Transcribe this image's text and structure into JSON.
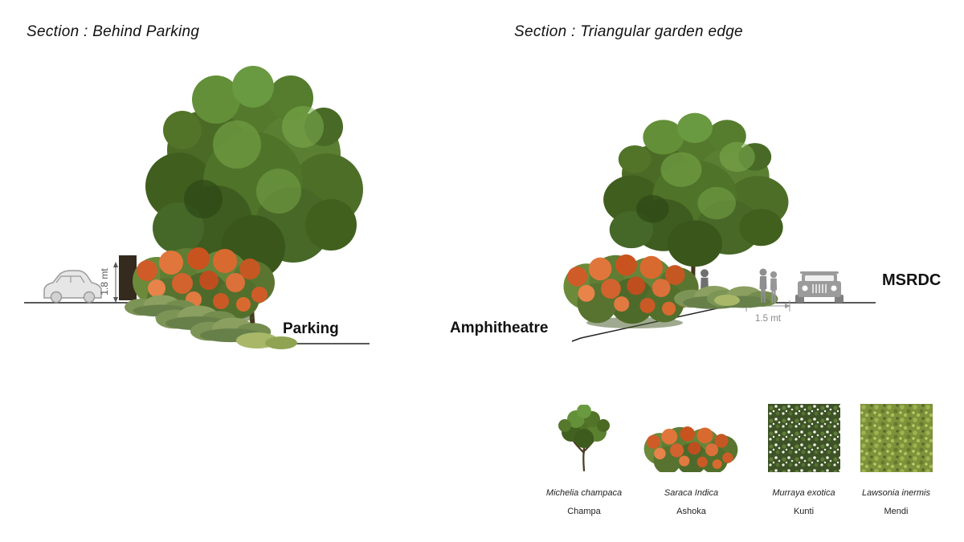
{
  "sections": {
    "left": {
      "title": "Section : Behind Parking",
      "dimension": "1.8 mt",
      "area_label": "Parking"
    },
    "right": {
      "title": "Section : Triangular garden edge",
      "left_area_label": "Amphitheatre",
      "right_area_label": "MSRDC",
      "dimension": "1.5 mt"
    }
  },
  "legend": {
    "items": [
      {
        "latin": "Michelia champaca",
        "common": "Champa"
      },
      {
        "latin": "Saraca Indica",
        "common": "Ashoka"
      },
      {
        "latin": "Murraya exotica",
        "common": "Kunti"
      },
      {
        "latin": "Lawsonia inermis",
        "common": "Mendi"
      }
    ]
  },
  "colors": {
    "canopy_green": "#4f7328",
    "flower_orange": "#d2622e",
    "silhouette_gray": "#9b9b9b",
    "line_black": "#222222"
  }
}
